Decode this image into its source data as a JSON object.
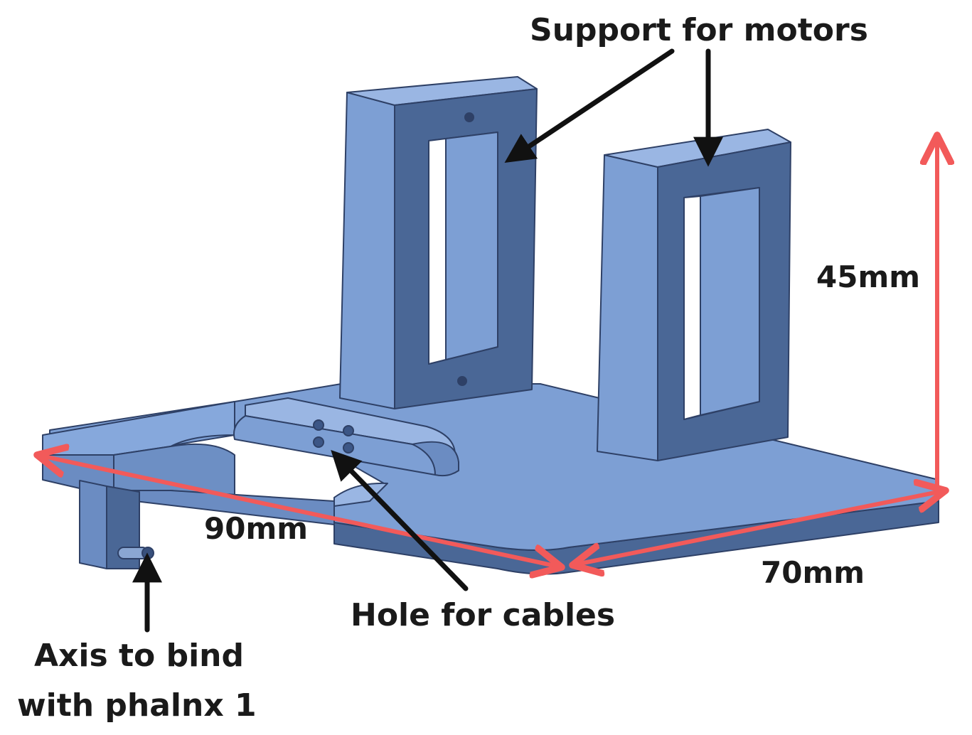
{
  "labels": {
    "support_for_motors": "Support for motors",
    "height_dimension": "45mm",
    "length_dimension": "90mm",
    "width_dimension": "70mm",
    "hole_for_cables": "Hole for cables",
    "axis_line1": "Axis to bind",
    "axis_line2": "with phalnx 1"
  },
  "colors": {
    "part_face": "#7d9fd4",
    "part_dark": "#4a6796",
    "part_edge": "#2e4066",
    "dimension": "#f25a5a",
    "callout": "#111111"
  }
}
